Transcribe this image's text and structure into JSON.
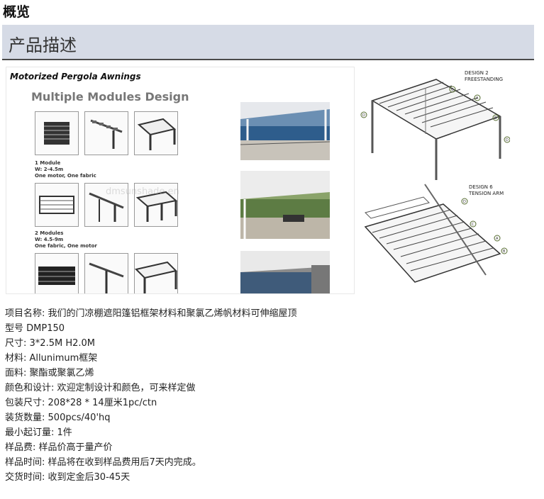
{
  "page": {
    "overview_title": "概览",
    "section_title": "产品描述"
  },
  "hero": {
    "title": "Motorized Pergola Awnings",
    "subtitle": "Multiple Modules Design",
    "module1": {
      "line1": "1 Module",
      "line2": "W: 2-4.5m",
      "line3": "One motor, One fabric"
    },
    "module2": {
      "line1": "2 Modules",
      "line2": "W: 4.5-9m",
      "line3": "One fabric, One motor"
    },
    "watermark": "dmsunshade.en"
  },
  "diagram": {
    "design2": {
      "line1": "DESIGN 2",
      "line2": "FREESTANDING"
    },
    "design6": {
      "line1": "DESIGN 6",
      "line2": "TENSION ARM"
    },
    "labels": [
      "A",
      "B",
      "C",
      "D"
    ]
  },
  "specs": [
    {
      "label": "项目名称",
      "value": "我们的门凉棚遮阳篷铝框架材料和聚氯乙烯帆材料可伸缩屋顶"
    },
    {
      "label": "型号",
      "value": "DMP150"
    },
    {
      "label": "尺寸",
      "value": "3*2.5M H2.0M"
    },
    {
      "label": "材料",
      "value": "Allunimum框架"
    },
    {
      "label": "面料",
      "value": "聚酯或聚氯乙烯"
    },
    {
      "label": "颜色和设计",
      "value": "欢迎定制设计和颜色，可来样定做"
    },
    {
      "label": "包装尺寸",
      "value": "208*28 * 14厘米1pc/ctn"
    },
    {
      "label": "装货数量",
      "value": "500pcs/40'hq"
    },
    {
      "label": "最小起订量",
      "value": "1件"
    },
    {
      "label": "样品费",
      "value": "样品价高于量产价"
    },
    {
      "label": "样品时间",
      "value": "样品将在收到样品费用后7天内完成。"
    },
    {
      "label": "交货时间",
      "value": "收到定金后30-45天"
    }
  ]
}
